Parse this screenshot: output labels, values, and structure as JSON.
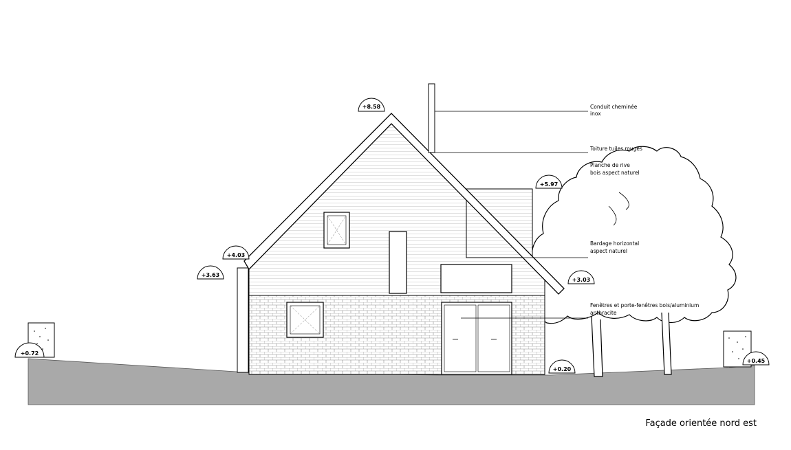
{
  "caption": "Façade orientée nord est",
  "levels": {
    "ridge": "+8.58",
    "roof_upper": "+5.97",
    "eave_left": "+4.03",
    "wall_left": "+3.63",
    "eave_right": "+3.03",
    "ground_left": "+0.72",
    "ground_right": "+0.45",
    "floor": "+0.20"
  },
  "annotations": {
    "chimney": [
      "Conduit cheminée",
      "inox"
    ],
    "roof": [
      "Toiture tuiles rouges"
    ],
    "fascia": [
      "Planche de rive",
      "bois aspect naturel"
    ],
    "cladding": [
      "Bardage horizontal",
      "aspect naturel"
    ],
    "windows": [
      "Fenêtres et porte-fenêtres bois/aluminium",
      "anthracite"
    ]
  }
}
